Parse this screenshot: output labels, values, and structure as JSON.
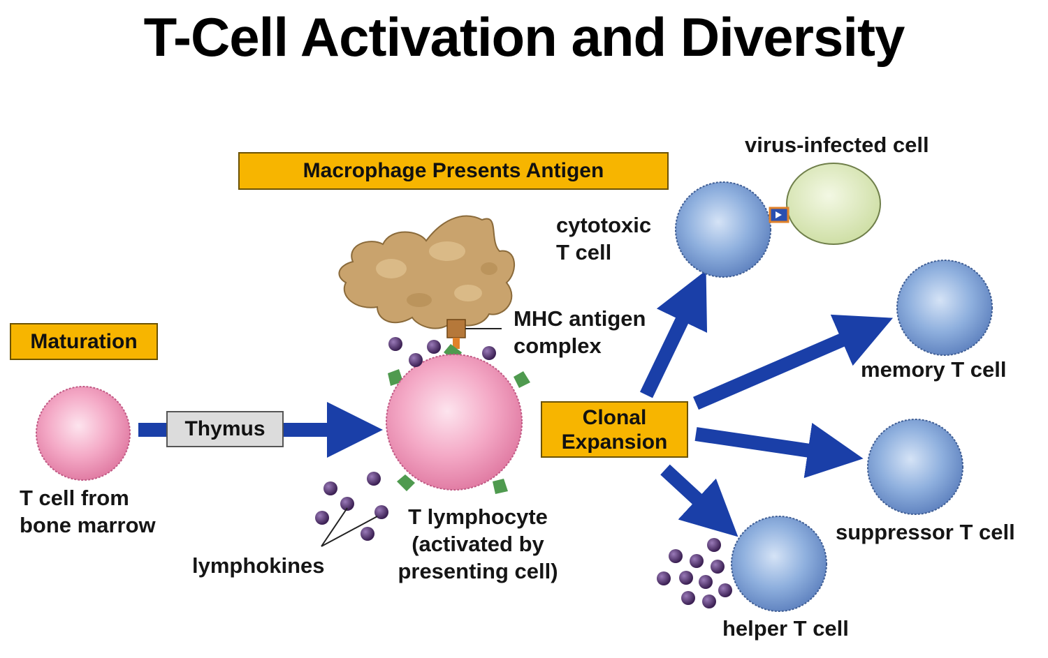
{
  "title": "T-Cell Activation and Diversity",
  "stages": {
    "maturation": "Maturation",
    "macrophage": "Macrophage Presents Antigen",
    "thymus": "Thymus",
    "clonal_line1": "Clonal",
    "clonal_line2": "Expansion"
  },
  "labels": {
    "t_cell_bm_1": "T cell from",
    "t_cell_bm_2": "bone marrow",
    "mhc_1": "MHC antigen",
    "mhc_2": "complex",
    "lymphokines": "lymphokines",
    "t_lymph_1": "T lymphocyte",
    "t_lymph_2": "(activated by",
    "t_lymph_3": "presenting cell)",
    "cytotoxic_1": "cytotoxic",
    "cytotoxic_2": "T cell",
    "virus": "virus-infected cell",
    "memory": "memory T cell",
    "suppressor": "suppressor T cell",
    "helper": "helper T cell"
  },
  "colors": {
    "stage_box": "#f7b500",
    "thymus_box": "#dcdcdc",
    "arrow": "#1a3fa8",
    "pink_cell": "#f19cbc",
    "blue_cell": "#84a6d8",
    "virus_cell": "#dbe8b8",
    "macrophage": "#c9a36d",
    "lymphokine": "#4a2a63",
    "receptor": "#4f9a4f"
  }
}
